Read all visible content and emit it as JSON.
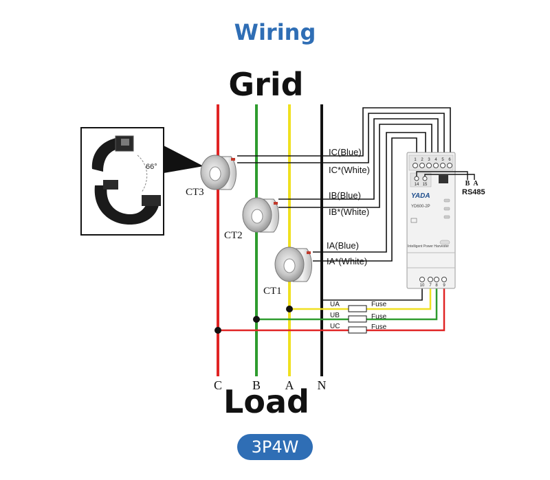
{
  "title": "Wiring",
  "grid_label": "Grid",
  "load_label": "Load",
  "mode": "3P4W",
  "colors": {
    "title_blue": "#2f6eb5",
    "phase_c": "#e02424",
    "phase_b": "#2e9c2e",
    "phase_a": "#f0e020",
    "neutral": "#111111"
  },
  "inset": {
    "angle": "66°"
  },
  "ct": [
    {
      "name": "CT3",
      "blue": "IC(Blue)",
      "white": "IC*(White)"
    },
    {
      "name": "CT2",
      "blue": "IB(Blue)",
      "white": "IB*(White)"
    },
    {
      "name": "CT1",
      "blue": "IA(Blue)",
      "white": "IA*(White)"
    }
  ],
  "voltage": [
    {
      "name": "UA",
      "fuse": "Fuse"
    },
    {
      "name": "UB",
      "fuse": "Fuse"
    },
    {
      "name": "UC",
      "fuse": "Fuse"
    }
  ],
  "device": {
    "brand": "YADA",
    "model": "YD600-2P",
    "caption": "Intelligent Power Harvester",
    "terminals_top": [
      "1",
      "2",
      "3",
      "4",
      "5",
      "6"
    ],
    "terminals_mid": [
      "14",
      "15"
    ],
    "terminals_bottom": [
      "10",
      "7",
      "8",
      "9"
    ],
    "rs485_b": "B",
    "rs485_a": "A",
    "rs485_label": "RS485"
  },
  "phase_labels": [
    "C",
    "B",
    "A",
    "N"
  ]
}
